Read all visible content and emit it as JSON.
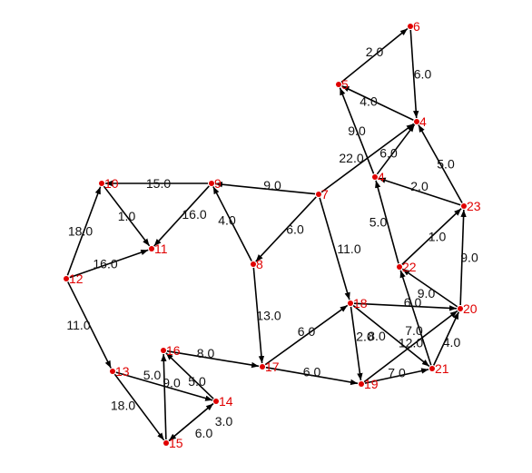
{
  "colors": {
    "node": "#e00000",
    "edge": "#000000",
    "label": "#e00000",
    "weight": "#111111",
    "background": "#ffffff"
  },
  "nodes": [
    {
      "id": "4",
      "label": "4"
    },
    {
      "id": "5",
      "label": "5"
    },
    {
      "id": "6",
      "label": "6"
    },
    {
      "id": "7",
      "label": "7"
    },
    {
      "id": "8",
      "label": "8"
    },
    {
      "id": "9",
      "label": "9"
    },
    {
      "id": "10",
      "label": "10"
    },
    {
      "id": "11",
      "label": "11"
    },
    {
      "id": "12",
      "label": "12"
    },
    {
      "id": "13",
      "label": "13"
    },
    {
      "id": "14",
      "label": "14"
    },
    {
      "id": "15",
      "label": "15"
    },
    {
      "id": "16",
      "label": "16"
    },
    {
      "id": "17",
      "label": "17"
    },
    {
      "id": "18",
      "label": "18"
    },
    {
      "id": "19",
      "label": "19"
    },
    {
      "id": "20",
      "label": "20"
    },
    {
      "id": "21",
      "label": "21"
    },
    {
      "id": "22",
      "label": "22"
    },
    {
      "id": "23",
      "label": "23"
    },
    {
      "id": "x",
      "label": "4"
    }
  ],
  "edges": [
    {
      "from": "5",
      "to": "6",
      "weight": "2.0"
    },
    {
      "from": "6",
      "to": "4",
      "weight": "6.0"
    },
    {
      "from": "4",
      "to": "5",
      "weight": "4.0"
    },
    {
      "from": "x",
      "to": "5",
      "weight": "9.0"
    },
    {
      "from": "x",
      "to": "4",
      "weight": "6.0"
    },
    {
      "from": "7",
      "to": "4",
      "weight": "22.0"
    },
    {
      "from": "23",
      "to": "4",
      "weight": "5.0"
    },
    {
      "from": "23",
      "to": "x",
      "weight": "2.0"
    },
    {
      "from": "22",
      "to": "x",
      "weight": "5.0"
    },
    {
      "from": "22",
      "to": "23",
      "weight": "1.0"
    },
    {
      "from": "20",
      "to": "23",
      "weight": "9.0"
    },
    {
      "from": "20",
      "to": "22",
      "weight": "9.0"
    },
    {
      "from": "21",
      "to": "22",
      "weight": "7.0"
    },
    {
      "from": "21",
      "to": "20",
      "weight": "4.0"
    },
    {
      "from": "18",
      "to": "20",
      "weight": "6.0"
    },
    {
      "from": "18",
      "to": "21",
      "weight": "8.0"
    },
    {
      "from": "19",
      "to": "20",
      "weight": "12.0"
    },
    {
      "from": "19",
      "to": "21",
      "weight": "7.0"
    },
    {
      "from": "18",
      "to": "19",
      "weight": "2.0"
    },
    {
      "from": "7",
      "to": "18",
      "weight": "11.0"
    },
    {
      "from": "7",
      "to": "8",
      "weight": "6.0"
    },
    {
      "from": "7",
      "to": "9",
      "weight": "9.0"
    },
    {
      "from": "8",
      "to": "9",
      "weight": "4.0"
    },
    {
      "from": "8",
      "to": "17",
      "weight": "13.0"
    },
    {
      "from": "9",
      "to": "10",
      "weight": "15.0"
    },
    {
      "from": "9",
      "to": "11",
      "weight": "16.0"
    },
    {
      "from": "10",
      "to": "11",
      "weight": "1.0"
    },
    {
      "from": "12",
      "to": "10",
      "weight": "18.0"
    },
    {
      "from": "12",
      "to": "11",
      "weight": "16.0"
    },
    {
      "from": "12",
      "to": "13",
      "weight": "11.0"
    },
    {
      "from": "13",
      "to": "14",
      "weight": "9.0"
    },
    {
      "from": "13",
      "to": "15",
      "weight": "18.0"
    },
    {
      "from": "16",
      "to": "17",
      "weight": "8.0"
    },
    {
      "from": "14",
      "to": "16",
      "weight": "5.0"
    },
    {
      "from": "15",
      "to": "16",
      "weight": "5.0"
    },
    {
      "from": "15",
      "to": "14",
      "weight": "6.0"
    },
    {
      "from": "14",
      "to": "15",
      "weight": "3.0"
    },
    {
      "from": "17",
      "to": "18",
      "weight": "6.0"
    },
    {
      "from": "17",
      "to": "19",
      "weight": "6.0"
    }
  ]
}
